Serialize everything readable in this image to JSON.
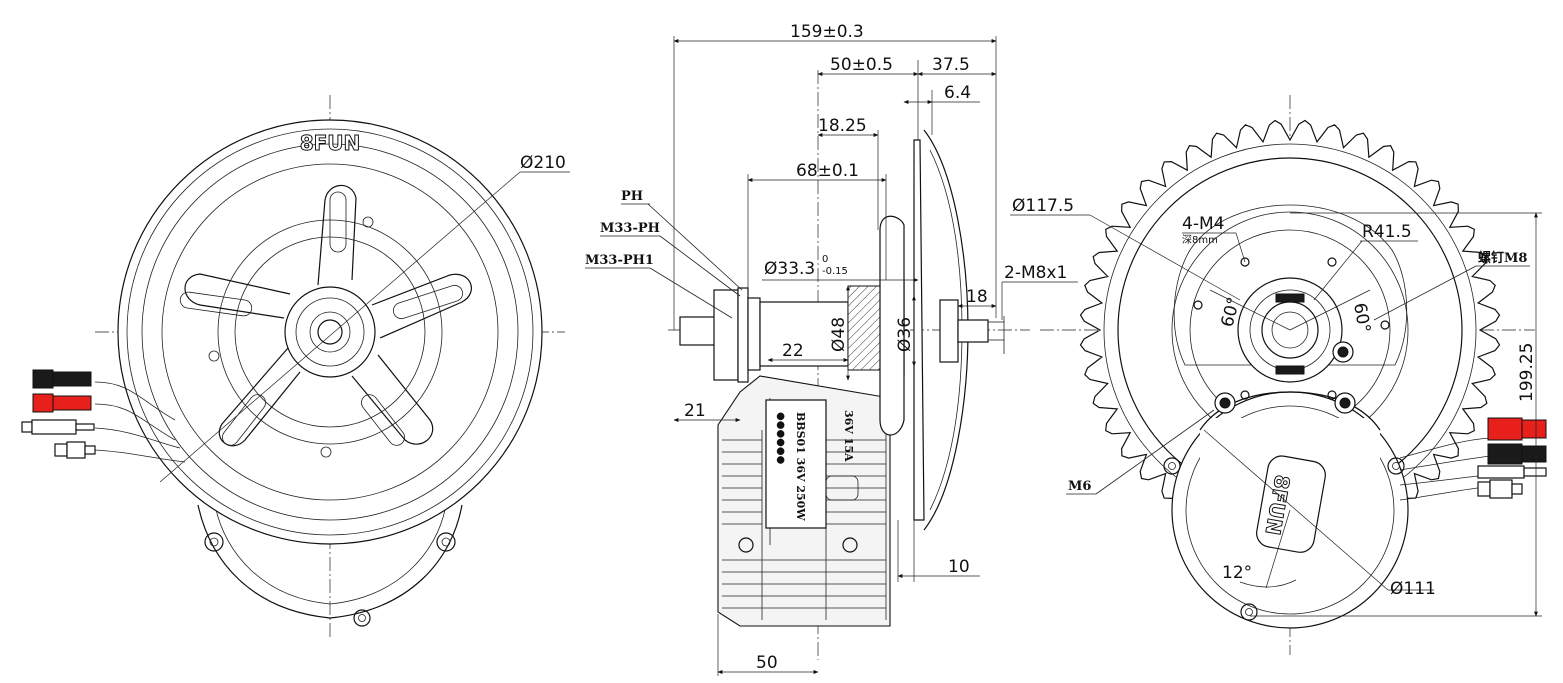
{
  "brand": "8FUN",
  "front_view": {
    "diameter_label": "Ø210"
  },
  "side_view": {
    "part_labels": [
      "PH",
      "M33-PH",
      "M33-PH1"
    ],
    "dims": {
      "overall_width": "159±0.3",
      "d_50": "50±0.5",
      "d_37_5": "37.5",
      "d_6_4": "6.4",
      "d_18_25": "18.25",
      "d_68": "68±0.1",
      "bore": "Ø33.3",
      "bore_tol": "0",
      "bore_tol_low": "-0.15",
      "d_48": "Ø48",
      "d_36": "Ø36",
      "d_22": "22",
      "d_21": "21",
      "d_18": "18",
      "d_10": "10",
      "d_50_bottom": "50",
      "thread": "2-M8x1"
    },
    "plate": {
      "line1": "BBS01  36V  250W",
      "line2": "36V  15A",
      "dots": "●●●●●●"
    }
  },
  "rear_view": {
    "dims": {
      "d_117_5": "Ø117.5",
      "m4": "4-M4",
      "m4_note": "深8mm",
      "r41_5": "R41.5",
      "screw": "螺钉M8",
      "angle_60a": "60°",
      "angle_60b": "60°",
      "m6": "M6",
      "d_111": "Ø111",
      "angle_12": "12°",
      "h_199": "199.25"
    }
  }
}
